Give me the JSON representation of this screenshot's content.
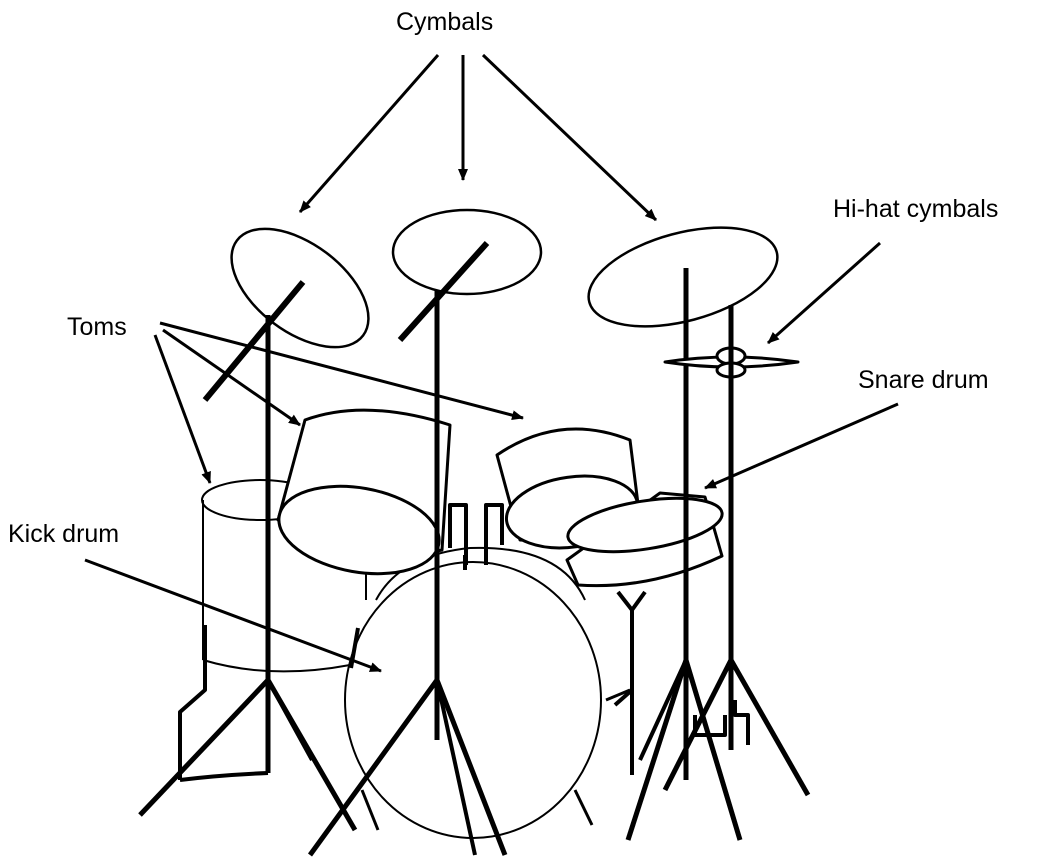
{
  "labels": {
    "cymbals": "Cymbals",
    "hihat": "Hi-hat cymbals",
    "toms": "Toms",
    "snare": "Snare drum",
    "kick": "Kick drum"
  },
  "colors": {
    "line": "#000000",
    "background": "#ffffff"
  }
}
